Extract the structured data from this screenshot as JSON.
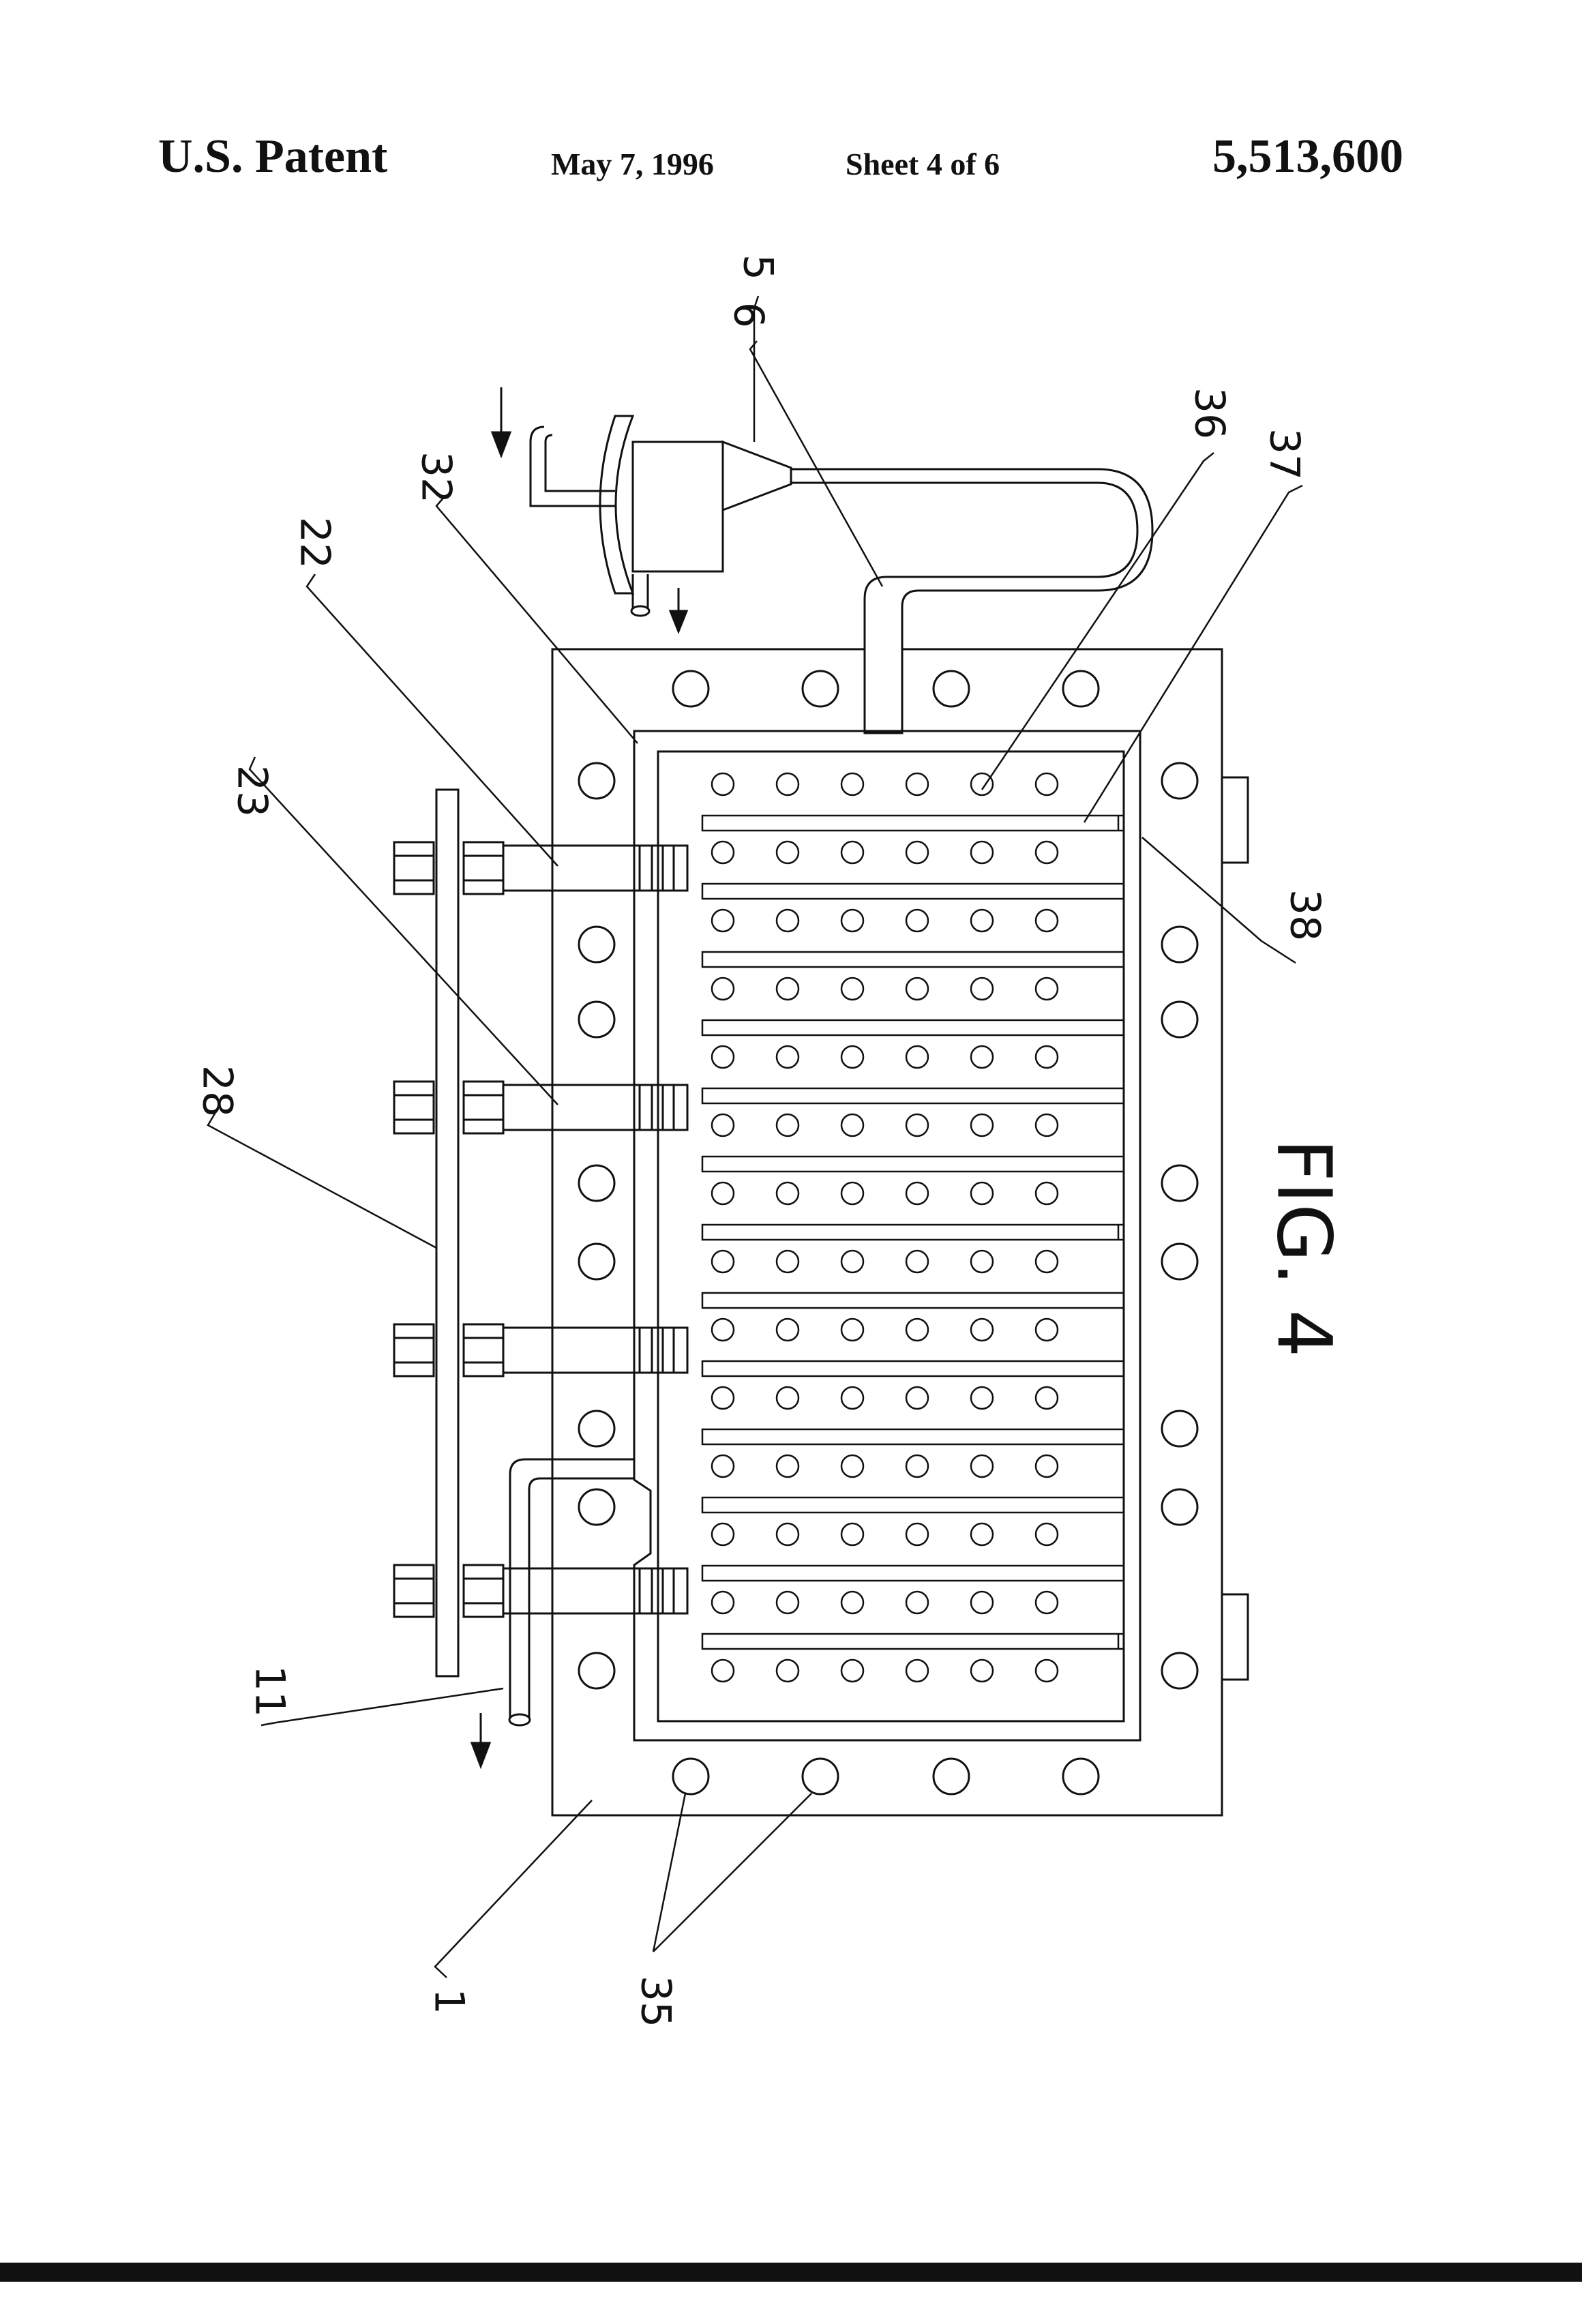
{
  "header": {
    "patent_label": "U.S. Patent",
    "date": "May 7, 1996",
    "sheet": "Sheet 4 of 6",
    "patent_number": "5,513,600"
  },
  "figure": {
    "label": "FIG. 4",
    "reference_numerals": {
      "r5": "5",
      "r6": "6",
      "r36": "36",
      "r37": "37",
      "r32": "32",
      "r22": "22",
      "r23": "23",
      "r38": "38",
      "r28": "28",
      "r11": "11",
      "r1": "1",
      "r35": "35"
    }
  }
}
